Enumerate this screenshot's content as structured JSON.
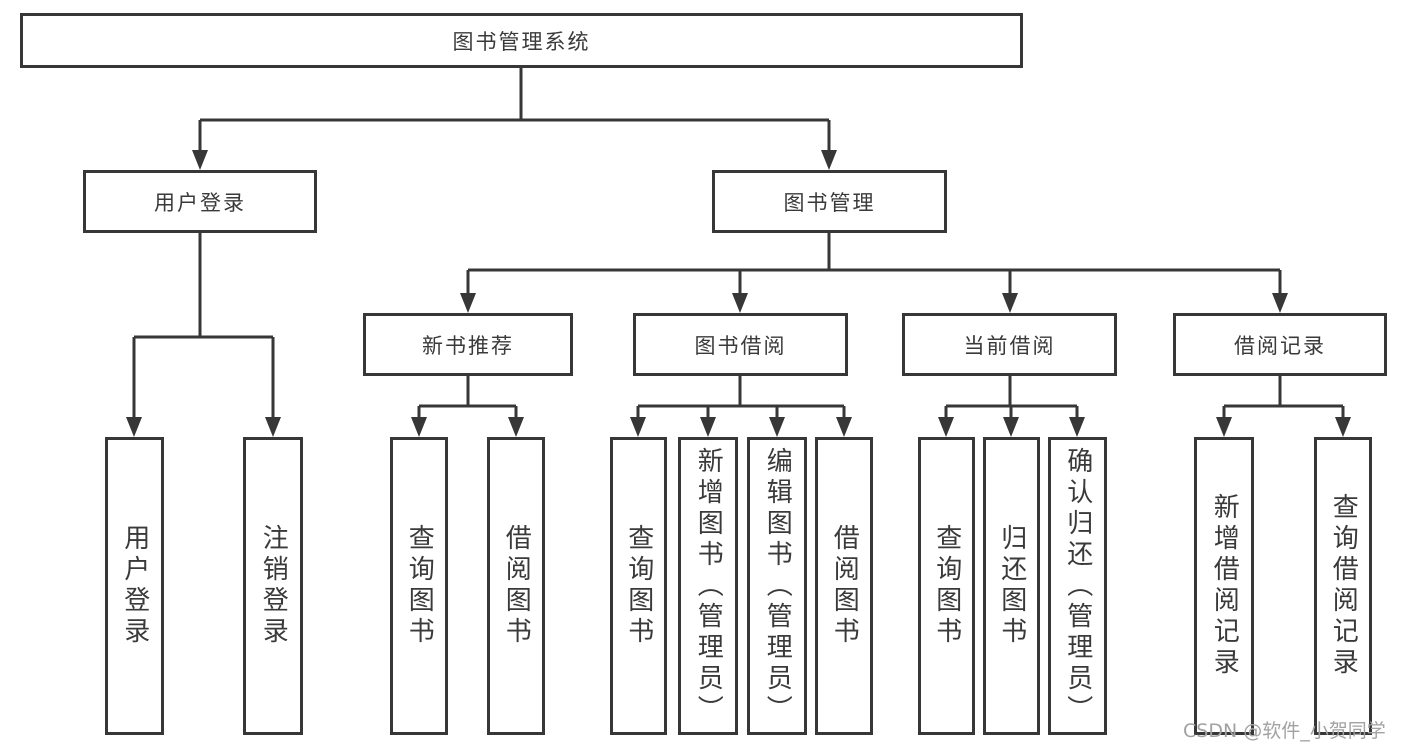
{
  "nodes": {
    "root": "图书管理系统",
    "user_login": "用户登录",
    "book_mgmt": "图书管理",
    "modules": [
      "新书推荐",
      "图书借阅",
      "当前借阅",
      "借阅记录"
    ],
    "user_login_children": [
      "用户登录",
      "注销登录"
    ],
    "new_book_children": [
      "查询图书",
      "借阅图书"
    ],
    "borrow_children": [
      "查询图书",
      "新增图书（管理员）",
      "编辑图书（管理员）",
      "借阅图书"
    ],
    "current_children": [
      "查询图书",
      "归还图书",
      "确认归还（管理员）"
    ],
    "records_children": [
      "新增借阅记录",
      "查询借阅记录"
    ]
  },
  "watermark": "CSDN @软件_小贺同学",
  "colors": {
    "line": "#373737",
    "text": "#3a3a3a",
    "watermark": "#a2a2a2",
    "background": "#ffffff"
  }
}
